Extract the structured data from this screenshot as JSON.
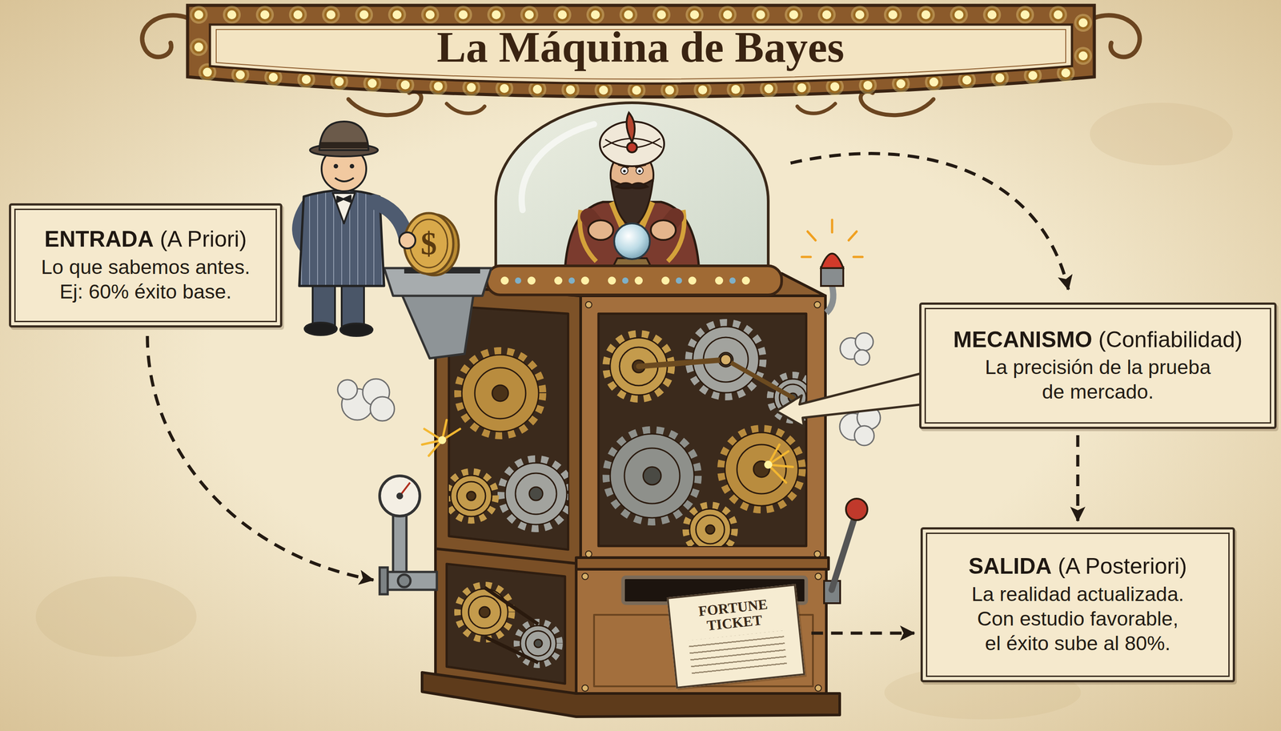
{
  "diagram": {
    "title": "La Máquina de Bayes",
    "nodes": [
      {
        "text": [
          "ENTRADA (A Priori)",
          "Lo que sabemos antes. Ej: 60% éxito base."
        ]
      },
      {
        "text": [
          "MECANISMO (Confiabilidad)",
          "La precisión de la prueba de mercado."
        ]
      },
      {
        "text": [
          "SALIDA (A Posteriori)",
          "La realidad actualizada. Con estudio favorable, el éxito sube al 80%."
        ]
      },
      {
        "text": [
          "FORTUNE TICKET"
        ]
      }
    ],
    "edges": [
      {
        "from": 1,
        "to": 2,
        "arrow": "to"
      },
      {
        "from": 3,
        "to": 2,
        "arrow": "to"
      }
    ],
    "labels": [
      "$"
    ]
  }
}
